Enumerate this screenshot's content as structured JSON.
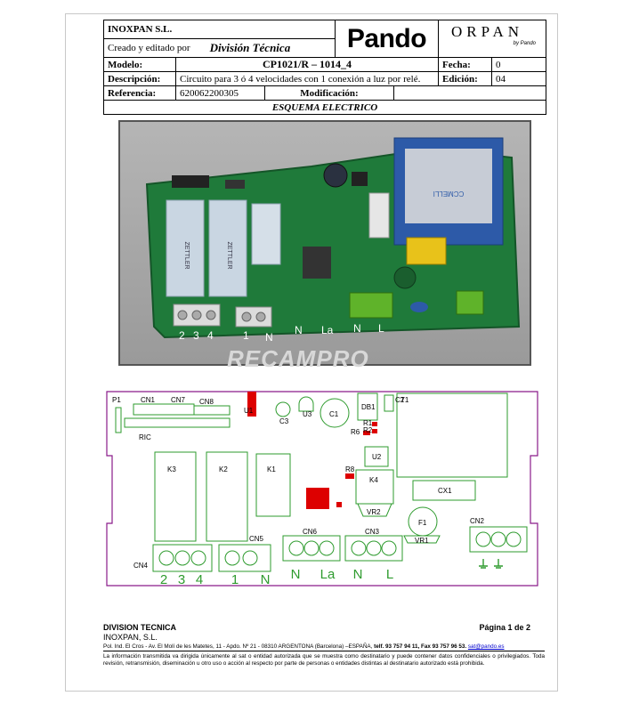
{
  "header": {
    "company": "INOXPAN S.L.",
    "created_label": "Creado y editado por",
    "department": "División Técnica",
    "brand_pando": "Pando",
    "brand_orpan": "ORPAN",
    "brand_orpan_sub": "by Pando",
    "model_label": "Modelo:",
    "model_value": "CP1021/R – 1014_4",
    "date_label": "Fecha:",
    "date_value": "0",
    "description_label": "Descripción:",
    "description_value": "Circuito para 3 ó 4 velocidades con 1 conexión a luz por relé.",
    "edition_label": "Edición:",
    "edition_value": "04",
    "reference_label": "Referencia:",
    "reference_value": "620062200305",
    "modification_label": "Modificación:",
    "section_title": "ESQUEMA ELECTRICO"
  },
  "photo": {
    "watermark": "RECAMPRO",
    "terminal_labels": [
      "2",
      "3",
      "4",
      "1",
      "N",
      "N",
      "La",
      "N",
      "L"
    ],
    "relay_text": "ZETTLER",
    "transformer_text": "CCMELLI"
  },
  "schematic": {
    "labels": {
      "p1": "P1",
      "cn1": "CN1",
      "cn7": "CN7",
      "cn8": "CN8",
      "u1": "U1",
      "c3": "C3",
      "u3": "U3",
      "c1": "C1",
      "db1": "DB1",
      "c2": "C2",
      "t1": "T1",
      "r1": "R1",
      "r2": "R2",
      "r6": "R6",
      "ric": "RIC",
      "k3": "K3",
      "k2": "K2",
      "k1": "K1",
      "u2": "U2",
      "r8": "R8",
      "k4": "K4",
      "cx1": "CX1",
      "vr2": "VR2",
      "f1": "F1",
      "vr1": "VR1",
      "cn2": "CN2",
      "cn4": "CN4",
      "cn5": "CN5",
      "cn6": "CN6",
      "cn3": "CN3"
    },
    "terminal_labels": [
      "2",
      "3",
      "4",
      "1",
      "N",
      "N",
      "La",
      "N",
      "L"
    ]
  },
  "footer": {
    "title": "DIVISION TECNICA",
    "page": "Página 1 de 2",
    "company": "INOXPAN, S.L.",
    "address": "Pol. Ind. El Cros - Av. El Molí de les Matetes, 11 - Apdo. Nº 21 - 08310 ARGENTONA (Barcelona) –ESPAÑA, ",
    "phone": "telf. 93 757 94 11, Fax 93 757 96 53.",
    "email": "sat@pando.es",
    "legal": "La información transmitida va dirigida únicamente al sat o entidad autorizada que se muestra como destinatario y puede contener datos confidenciales o privilegiados. Toda revisión, retransmisión, diseminación u otro uso o acción al respecto por parte de personas o entidades distintas al destinatario autorizado está prohibida."
  },
  "colors": {
    "pcb_green": "#1f7a3a",
    "silk_green": "#2e9b2e",
    "outline_purple": "#8a1a8a",
    "relay_blue": "#c9d6e2",
    "transformer_blue": "#2d5aa8",
    "pad_red": "#dd0000",
    "terminal_green": "#5fb32a"
  }
}
